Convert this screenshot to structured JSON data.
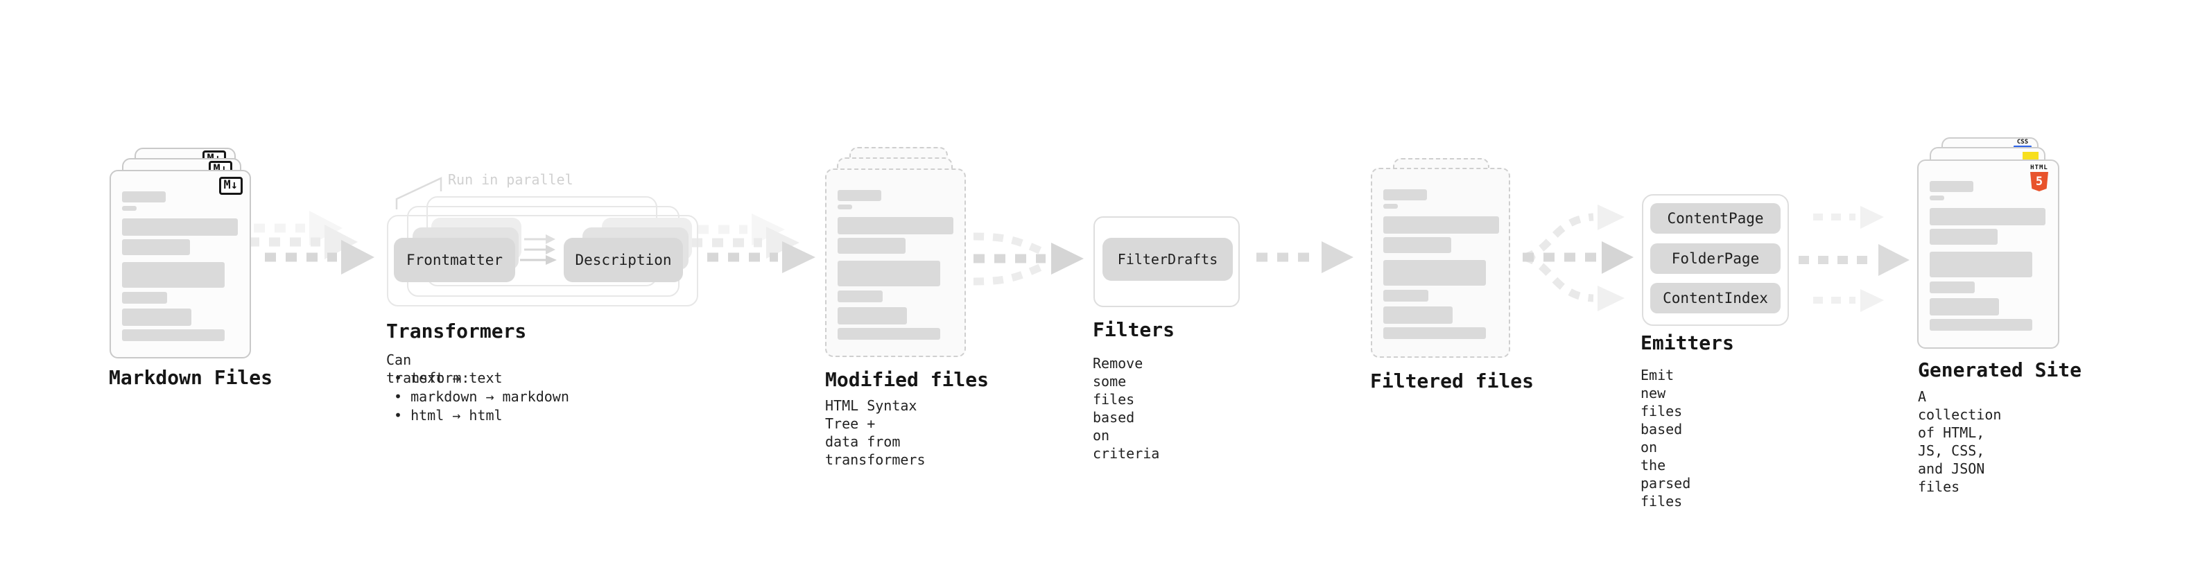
{
  "colors": {
    "pill_fill": "#d9d9d9",
    "doc_bar": "#dadada",
    "arrow_main": "#d7d7d7",
    "arrow_ghost": "#ececec",
    "note_gray": "#d0d0d0",
    "text_dark": "#1a1a1a",
    "html5_orange": "#e8532c",
    "js_yellow": "#f7df1e",
    "css_blue": "#2b62e9"
  },
  "stages": {
    "markdown_files": {
      "label": "Markdown Files",
      "badge": "M↓"
    },
    "transformers": {
      "title": "Transformers",
      "note": "Run in parallel",
      "pills": [
        "Frontmatter",
        "Description"
      ],
      "desc_heading": "Can transform:",
      "bullets": [
        "• text → text",
        "• markdown → markdown",
        "• html → html"
      ]
    },
    "modified_files": {
      "label": "Modified files",
      "desc": "HTML Syntax Tree +\ndata from transformers"
    },
    "filters": {
      "title": "Filters",
      "pill": "FilterDrafts",
      "desc": "Remove some files based\non criteria"
    },
    "filtered_files": {
      "label": "Filtered files"
    },
    "emitters": {
      "title": "Emitters",
      "pills": [
        "ContentPage",
        "FolderPage",
        "ContentIndex"
      ],
      "desc": "Emit new files based on\nthe parsed files"
    },
    "generated_site": {
      "label": "Generated Site",
      "desc": "A collection of HTML,\nJS, CSS, and JSON files",
      "badges": {
        "html_label": "HTML",
        "html_number": "5",
        "css_label": "CSS"
      }
    }
  }
}
